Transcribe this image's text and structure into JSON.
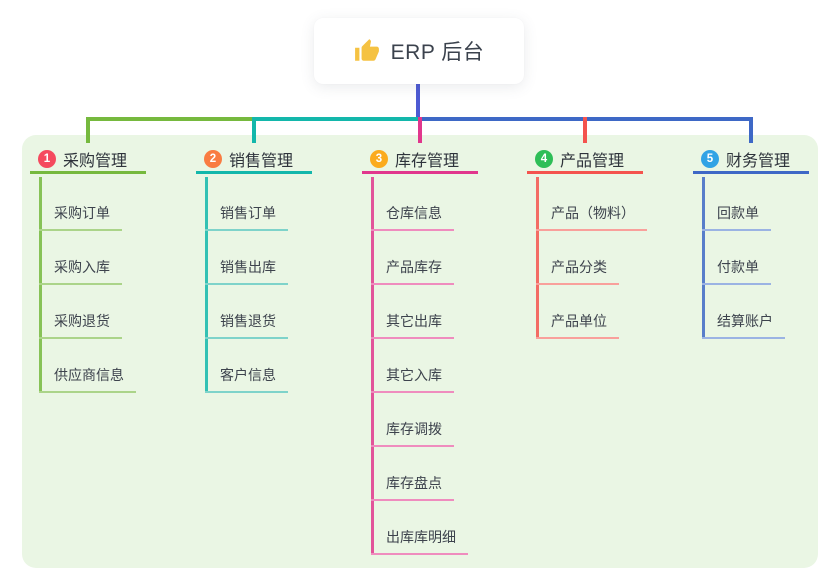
{
  "canvas": {
    "background": "#ffffff",
    "panel_background": "#eaf6e4"
  },
  "root": {
    "label": "ERP 后台",
    "icon": "thumbs-up-icon",
    "icon_color": "#f5c242",
    "text_color": "#3b424d",
    "connector_color": "#4d5ad3"
  },
  "branches": [
    {
      "number": "1",
      "label": "采购管理",
      "badge_color": "#f54a5e",
      "line_color": "#76b93e",
      "child_line_color": "#abd489",
      "children": [
        "采购订单",
        "采购入库",
        "采购退货",
        "供应商信息"
      ]
    },
    {
      "number": "2",
      "label": "销售管理",
      "badge_color": "#f97c42",
      "line_color": "#13b7ab",
      "child_line_color": "#7ed3ca",
      "children": [
        "销售订单",
        "销售出库",
        "销售退货",
        "客户信息"
      ]
    },
    {
      "number": "3",
      "label": "库存管理",
      "badge_color": "#fbab1d",
      "line_color": "#e1378d",
      "child_line_color": "#ef8cbe",
      "children": [
        "仓库信息",
        "产品库存",
        "其它出库",
        "其它入库",
        "库存调拨",
        "库存盘点",
        "出库库明细"
      ]
    },
    {
      "number": "4",
      "label": "产品管理",
      "badge_color": "#2ebe57",
      "line_color": "#f4534e",
      "child_line_color": "#f9a09b",
      "children": [
        "产品（物料）",
        "产品分类",
        "产品单位"
      ]
    },
    {
      "number": "5",
      "label": "财务管理",
      "badge_color": "#31a3e5",
      "line_color": "#3e68c6",
      "child_line_color": "#9bb3e3",
      "children": [
        "回款单",
        "付款单",
        "结算账户"
      ]
    }
  ]
}
